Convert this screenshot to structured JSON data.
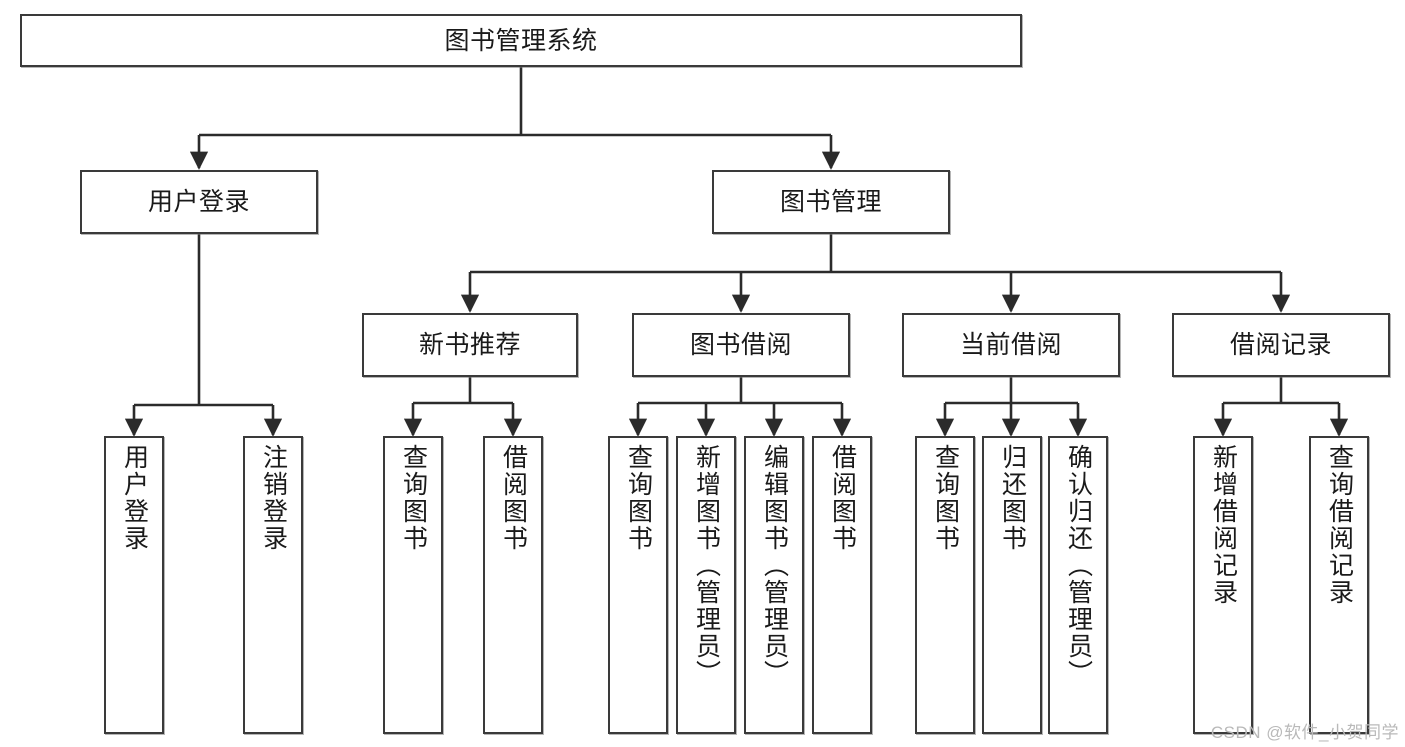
{
  "diagram": {
    "title": "图书管理系统",
    "type": "tree",
    "watermark": "CSDN @软件_小贺同学",
    "colors": {
      "box_border": "#3a3a3a",
      "box_fill": "#ffffff",
      "edge": "#2b2b2b",
      "text": "#1a1a1a",
      "watermark": "#b9b9b9"
    },
    "root": {
      "label": "图书管理系统"
    },
    "level2": [
      {
        "label": "用户登录"
      },
      {
        "label": "图书管理"
      }
    ],
    "level3": [
      {
        "label": "新书推荐"
      },
      {
        "label": "图书借阅"
      },
      {
        "label": "当前借阅"
      },
      {
        "label": "借阅记录"
      }
    ],
    "leaves": {
      "user_login": [
        {
          "label": "用户登录"
        },
        {
          "label": "注销登录"
        }
      ],
      "new_book": [
        {
          "label": "查询图书"
        },
        {
          "label": "借阅图书"
        }
      ],
      "book_borrow": [
        {
          "label": "查询图书"
        },
        {
          "label": "新增图书（管理员）"
        },
        {
          "label": "编辑图书（管理员）"
        },
        {
          "label": "借阅图书"
        }
      ],
      "current_borrow": [
        {
          "label": "查询图书"
        },
        {
          "label": "归还图书"
        },
        {
          "label": "确认归还（管理员）"
        }
      ],
      "borrow_record": [
        {
          "label": "新增借阅记录"
        },
        {
          "label": "查询借阅记录"
        }
      ]
    }
  }
}
